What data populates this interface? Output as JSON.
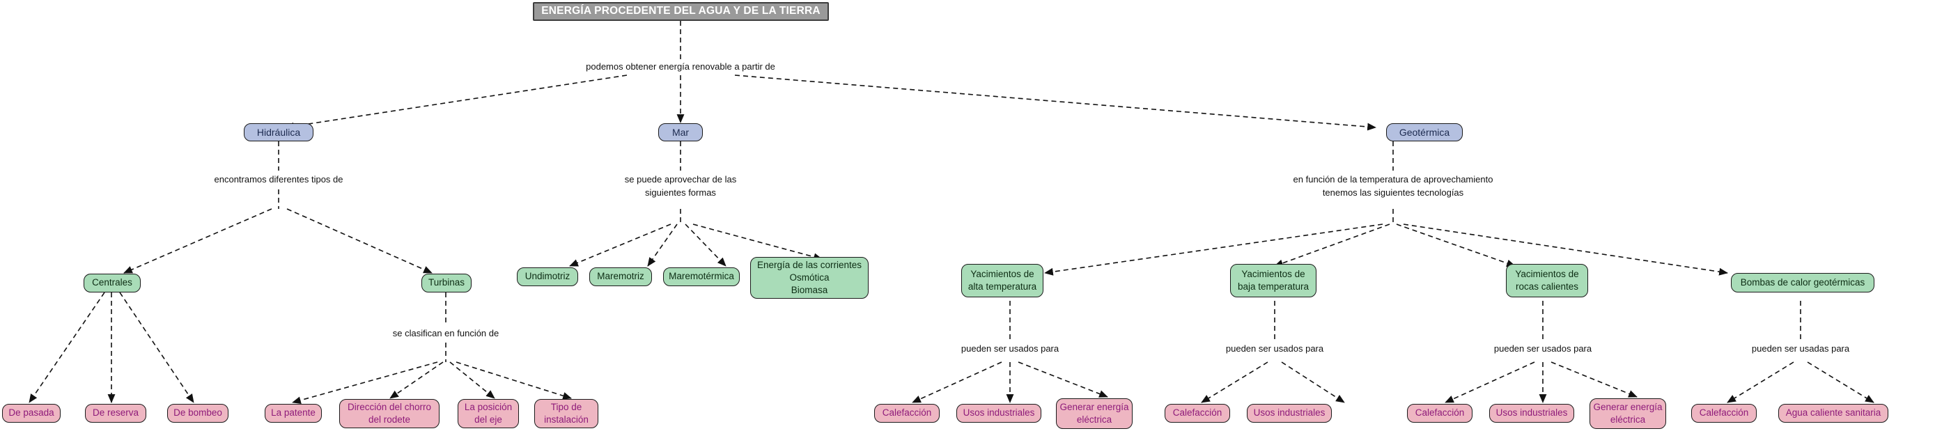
{
  "document": {
    "kind": "concept-map",
    "title": "ENERGÍA PROCEDENTE DEL AGUA Y DE LA TIERRA",
    "language": "es"
  },
  "palette": {
    "title_fill": "#9a9a9a",
    "title_text": "#ffffff",
    "blue_fill": "#b4c0e0",
    "blue_text": "#1c2a4f",
    "green_fill": "#a9dcb8",
    "green_text": "#0d2d14",
    "pink_fill": "#eeb6c2",
    "pink_text": "#8e1b7a",
    "edge_color": "#111111",
    "background": "#ffffff"
  },
  "connector_labels": {
    "root_to_branches": "podemos obtener energía renovable a partir de",
    "hidraulica": "encontramos diferentes tipos de",
    "mar": "se puede aprovechar de las\nsiguientes formas",
    "geotermica": "en función de la temperatura de aprovechamiento\ntenemos las siguientes tecnologías",
    "turbinas": "se clasifican en función de",
    "alta_temperatura": "pueden ser usados para",
    "baja_temperatura": "pueden ser usados para",
    "rocas_calientes": "pueden ser usados para",
    "bombas_calor": "pueden ser usadas para"
  },
  "nodes": {
    "branches": [
      {
        "id": "hidraulica",
        "label": "Hidráulica"
      },
      {
        "id": "mar",
        "label": "Mar"
      },
      {
        "id": "geotermica",
        "label": "Geotérmica"
      }
    ],
    "hidraulica_children": [
      {
        "id": "centrales",
        "label": "Centrales"
      },
      {
        "id": "turbinas",
        "label": "Turbinas"
      }
    ],
    "centrales_children": [
      {
        "id": "de-pasada",
        "label": "De pasada"
      },
      {
        "id": "de-reserva",
        "label": "De reserva"
      },
      {
        "id": "de-bombeo",
        "label": "De bombeo"
      }
    ],
    "turbinas_children": [
      {
        "id": "la-patente",
        "label": "La patente"
      },
      {
        "id": "direccion-chorro",
        "label": "Dirección del chorro\ndel rodete"
      },
      {
        "id": "posicion-eje",
        "label": "La posición\ndel eje"
      },
      {
        "id": "tipo-instalacion",
        "label": "Tipo de\ninstalación"
      }
    ],
    "mar_children": [
      {
        "id": "undimotriz",
        "label": "Undimotriz"
      },
      {
        "id": "maremotriz",
        "label": "Maremotriz"
      },
      {
        "id": "maremotermica",
        "label": "Maremotérmica"
      },
      {
        "id": "corrientes-osmotica-biomasa",
        "label": "Energía de las corrientes\nOsmótica\nBiomasa"
      }
    ],
    "geotermica_children": [
      {
        "id": "alta-temperatura",
        "label": "Yacimientos de\nalta temperatura"
      },
      {
        "id": "baja-temperatura",
        "label": "Yacimientos de\nbaja temperatura"
      },
      {
        "id": "rocas-calientes",
        "label": "Yacimientos de\nrocas calientes"
      },
      {
        "id": "bombas-calor",
        "label": "Bombas de calor geotérmicas"
      }
    ],
    "alta_temperatura_children": [
      {
        "id": "at-calefaccion",
        "label": "Calefacción"
      },
      {
        "id": "at-usos-industriales",
        "label": "Usos industriales"
      },
      {
        "id": "at-generar-energia",
        "label": "Generar energía\neléctrica"
      }
    ],
    "baja_temperatura_children": [
      {
        "id": "bt-calefaccion",
        "label": "Calefacción"
      },
      {
        "id": "bt-usos-industriales",
        "label": "Usos industriales"
      }
    ],
    "rocas_calientes_children": [
      {
        "id": "rc-calefaccion",
        "label": "Calefacción"
      },
      {
        "id": "rc-usos-industriales",
        "label": "Usos industriales"
      },
      {
        "id": "rc-generar-energia",
        "label": "Generar energía\neléctrica"
      }
    ],
    "bombas_calor_children": [
      {
        "id": "bc-calefaccion",
        "label": "Calefacción"
      },
      {
        "id": "bc-agua-caliente",
        "label": "Agua caliente sanitaria"
      }
    ]
  }
}
